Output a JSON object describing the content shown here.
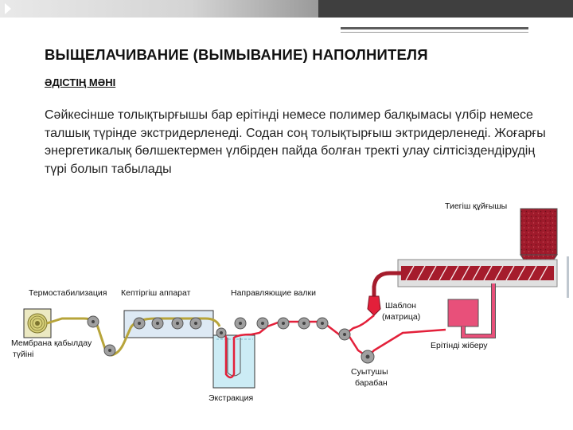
{
  "slide": {
    "title": "ВЫЩЕЛАЧИВАНИЕ (ВЫМЫВАНИЕ) НАПОЛНИТЕЛЯ",
    "subtitle": "ӘДІСТІҢ МӘНІ",
    "body": "Сәйкесінше толықтырғышы бар ерітінді немесе полимер балқымасы үлбір немесе талшық түрінде экстридерленеді. Содан соң толықтырғыш эктридерленеді. Жоғарғы энергетикалық бөлшектермен үлбірден пайда болған тректі улау сілтісіздендірудің түрі болып табылады"
  },
  "diagram": {
    "labels": {
      "feed_hopper": "Тиегіш құйғышы",
      "thermostabilization": "Термостабилизация",
      "drying_unit": "Кептіргіш аппарат",
      "guide_rollers": "Направляющие валки",
      "die_line1": "Шаблон",
      "die_line2": "(матрица)",
      "membrane_line1": "Мембрана қабылдау",
      "membrane_line2": "түйіні",
      "solution_feed": "Ерітінді жіберу",
      "cooling_line1": "Суытушы",
      "cooling_line2": "барабан",
      "extraction": "Экстракция"
    },
    "colors": {
      "polymer_red": "#a51c2c",
      "bright_red": "#e3203a",
      "guide_yellow": "#b7a43a",
      "roller_grey": "#8c8c8c",
      "bath_cyan": "#ccecf5",
      "dryer_blue": "#dde9f4",
      "feed_pink": "#e8507a"
    }
  }
}
